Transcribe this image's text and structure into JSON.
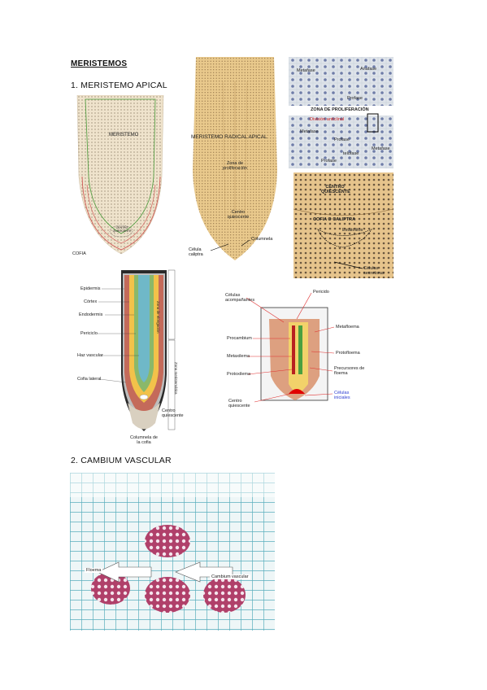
{
  "title": "MERISTEMOS",
  "sections": [
    {
      "label": "1. MERISTEMO APICAL"
    },
    {
      "label": "2. CAMBIUM VASCULAR"
    }
  ],
  "fig_root_tip": {
    "labels": {
      "meristemo": "MERISTEMO",
      "centro": "CENTRO QUIESCENTE",
      "cofia": "COFIA"
    }
  },
  "fig_root_apical": {
    "labels": {
      "title": "MERISTEMO RADICAL APICAL",
      "zona": "Zona de proliferación",
      "centro": "Centro quiescente",
      "columnela": "Columnela",
      "celula": "Célula caliptra"
    }
  },
  "fig_mitosis": {
    "labels": {
      "metafase": "Metafase",
      "anafase": "Anafase",
      "profase": "Profase",
      "zona": "ZONA DE PROLIFERACIÓN",
      "division": "División anticlinal",
      "metafase2": "Metafase",
      "profase2": "Profase",
      "telofase": "telofase",
      "metafase3": "Metafase",
      "profase3": "Profase"
    }
  },
  "fig_quiescent": {
    "labels": {
      "centro": "CENTRO QUIESCENTE",
      "cofia": "COFIA O CALIPTRA",
      "estatolitos": "Estatolitos",
      "celulas": "Células secretoras"
    }
  },
  "fig_zones": {
    "labels": {
      "epidermis": "Epidermis",
      "cortex": "Córtex",
      "endodermis": "Endodermis",
      "periciclo": "Periciclo",
      "haz": "Haz vascular",
      "cofia": "Cofia lateral",
      "centro": "Centro quiescente",
      "columnela": "Columnela de la cofia",
      "elong": "Zona de elongación",
      "merist": "Zona meristemática"
    }
  },
  "fig_vascular": {
    "labels": {
      "pericido": "Pericido",
      "acomp": "Células acompañantes",
      "metafloema": "Metafloema",
      "procambium": "Procambium",
      "protofloema": "Protofloema",
      "metaxilema": "Metaxilema",
      "precursores": "Precursores de floema",
      "protoxilema": "Protoxilema",
      "iniciales": "Células iniciales",
      "centro": "Centro quiescente"
    }
  },
  "fig_cambium": {
    "labels": {
      "floema": "Floema",
      "cambium": "Cambium vascular"
    }
  }
}
